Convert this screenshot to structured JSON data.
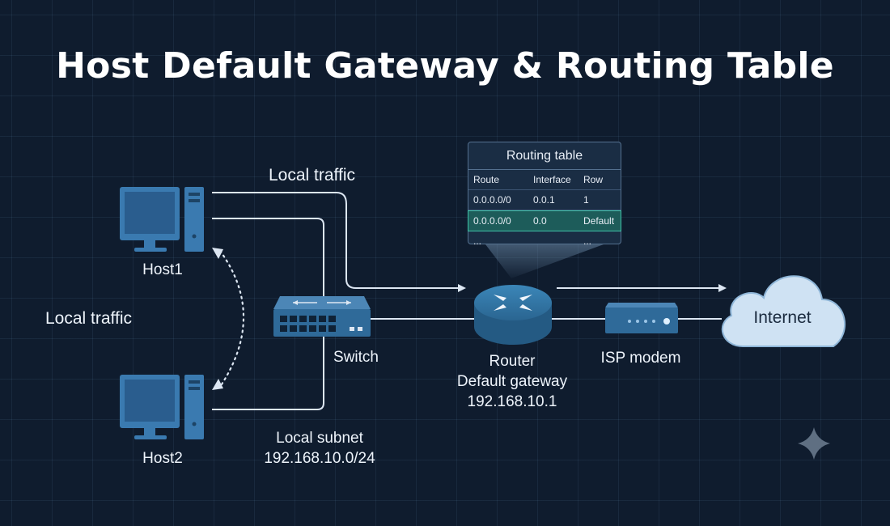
{
  "title": "Host Default Gateway & Routing Table",
  "labels": {
    "host1": "Host1",
    "host2": "Host2",
    "switch": "Switch",
    "router": "Router",
    "router_role": "Default gateway",
    "router_ip": "192.168.10.1",
    "isp_modem": "ISP modem",
    "internet": "Internet",
    "local_traffic_top": "Local traffic",
    "local_traffic_left": "Local traffic",
    "subnet_title": "Local subnet",
    "subnet_cidr": "192.168.10.0/24"
  },
  "routing_table": {
    "title": "Routing table",
    "headers": [
      "Route",
      "Interface",
      "Row"
    ],
    "rows": [
      {
        "route": "0.0.0.0/0",
        "interface": "0.0.1",
        "row": "1",
        "highlight": false
      },
      {
        "route": "0.0.0.0/0",
        "interface": "0.0",
        "row": "Default",
        "highlight": true
      },
      {
        "route": "...",
        "interface": "",
        "row": "...",
        "highlight": false
      }
    ]
  },
  "colors": {
    "background": "#0f1c2e",
    "line": "#dce6f2",
    "router": "#2e6f9c",
    "cloud": "#cfe2f3",
    "highlight": "#1d5c5a"
  }
}
